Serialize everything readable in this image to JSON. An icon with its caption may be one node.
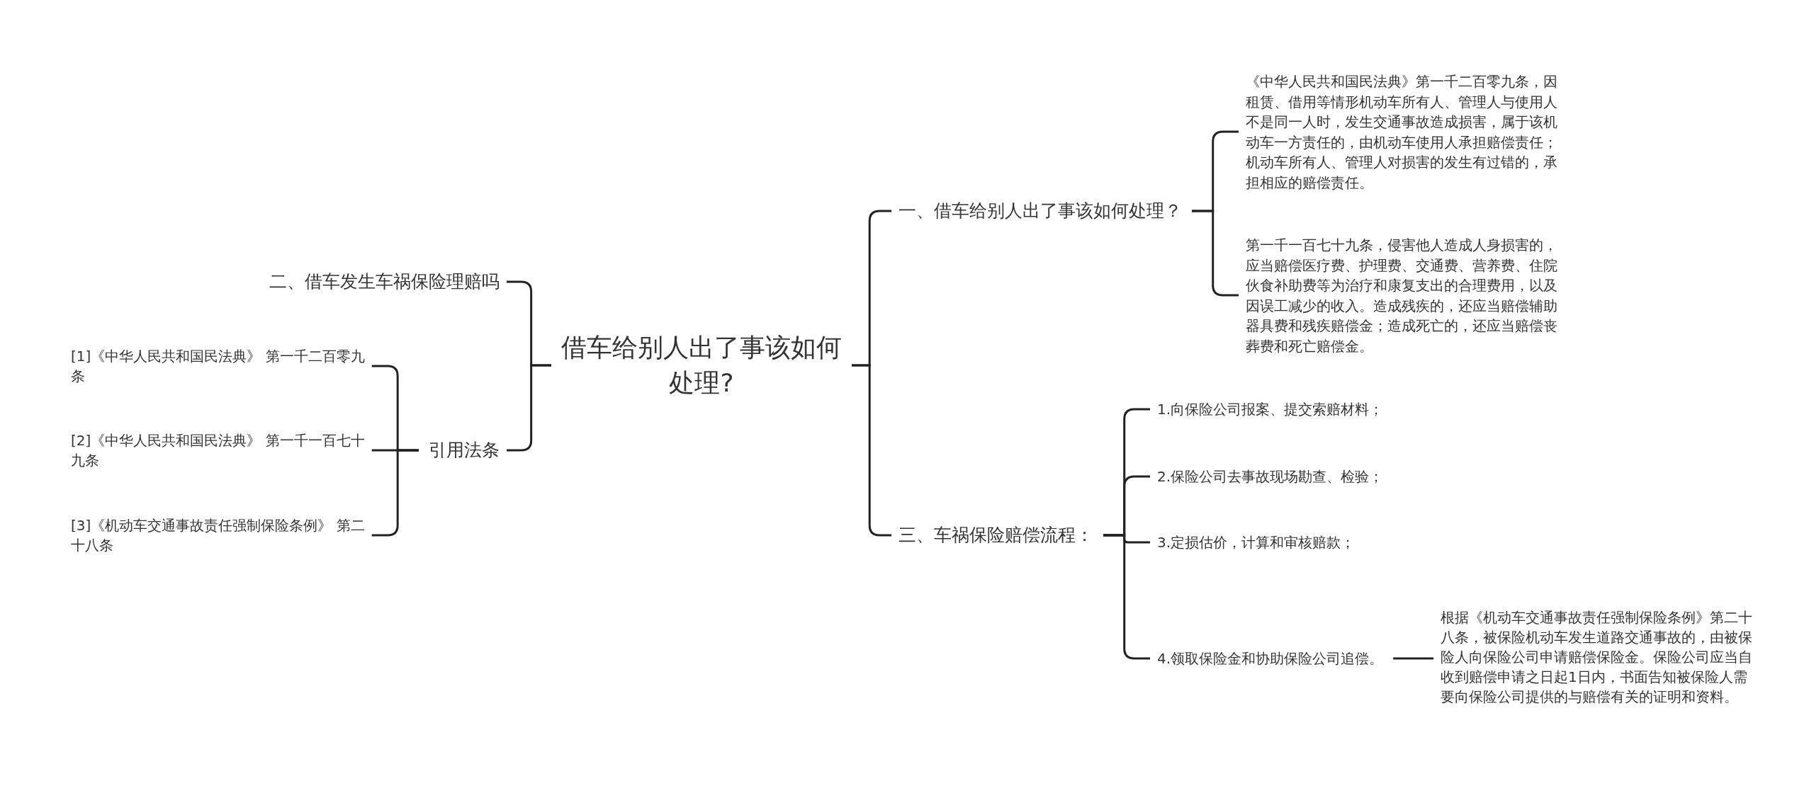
{
  "diagram": {
    "nodes": [
      {
        "text": [
          "借车给别人出了事该如何处理?"
        ]
      },
      {
        "text": [
          "一、借车给别人出了事该如何处理？"
        ]
      },
      {
        "text": [
          "《中华人民共和国民法典》第一千二百零九条，因租赁、借用等情形机动车所有人、管理人与使用人不是同一人时，发生交通事故造成损害，属于该机动车一方责任的，由机动车使用人承担赔偿责任；机动车所有人、管理人对损害的发生有过错的，承担相应的赔偿责任。"
        ]
      },
      {
        "text": [
          "第一千一百七十九条，侵害他人造成人身损害的，应当赔偿医疗费、护理费、交通费、营养费、住院伙食补助费等为治疗和康复支出的合理费用，以及因误工减少的收入。造成残疾的，还应当赔偿辅助器具费和残疾赔偿金；造成死亡的，还应当赔偿丧葬费和死亡赔偿金。"
        ]
      },
      {
        "text": [
          "三、车祸保险赔偿流程："
        ]
      },
      {
        "text": [
          "1.向保险公司报案、提交索赔材料；"
        ]
      },
      {
        "text": [
          "2.保险公司去事故现场勘查、检验；"
        ]
      },
      {
        "text": [
          "3.定损估价，计算和审核赔款；"
        ]
      },
      {
        "text": [
          "4.领取保险金和协助保险公司追偿。"
        ]
      },
      {
        "text": [
          "根据《机动车交通事故责任强制保险条例》第二十八条，被保险机动车发生道路交通事故的，由被保险人向保险公司申请赔偿保险金。保险公司应当自收到赔偿申请之日起1日内，书面告知被保险人需要向保险公司提供的与赔偿有关的证明和资料。"
        ]
      },
      {
        "text": [
          "二、借车发生车祸保险理赔吗"
        ]
      },
      {
        "text": [
          "引用法条"
        ]
      },
      {
        "text": [
          "[1]《中华人民共和国民法典》 第一千二百零九条"
        ]
      },
      {
        "text": [
          "[2]《中华人民共和国民法典》 第一千一百七十九条"
        ]
      },
      {
        "text": [
          "[3]《机动车交通事故责任强制保险条例》 第二十八条"
        ]
      }
    ],
    "edges": [
      {
        "from": 0,
        "to": 1,
        "arrow": "none"
      },
      {
        "from": 1,
        "to": 2,
        "arrow": "none"
      },
      {
        "from": 1,
        "to": 3,
        "arrow": "none"
      },
      {
        "from": 0,
        "to": 4,
        "arrow": "none"
      },
      {
        "from": 4,
        "to": 5,
        "arrow": "none"
      },
      {
        "from": 4,
        "to": 6,
        "arrow": "none"
      },
      {
        "from": 4,
        "to": 7,
        "arrow": "none"
      },
      {
        "from": 4,
        "to": 8,
        "arrow": "none"
      },
      {
        "from": 8,
        "to": 9,
        "arrow": "none"
      },
      {
        "from": 0,
        "to": 10,
        "arrow": "none"
      },
      {
        "from": 0,
        "to": 11,
        "arrow": "none"
      },
      {
        "from": 11,
        "to": 12,
        "arrow": "none"
      },
      {
        "from": 11,
        "to": 13,
        "arrow": "none"
      },
      {
        "from": 11,
        "to": 14,
        "arrow": "none"
      }
    ]
  }
}
